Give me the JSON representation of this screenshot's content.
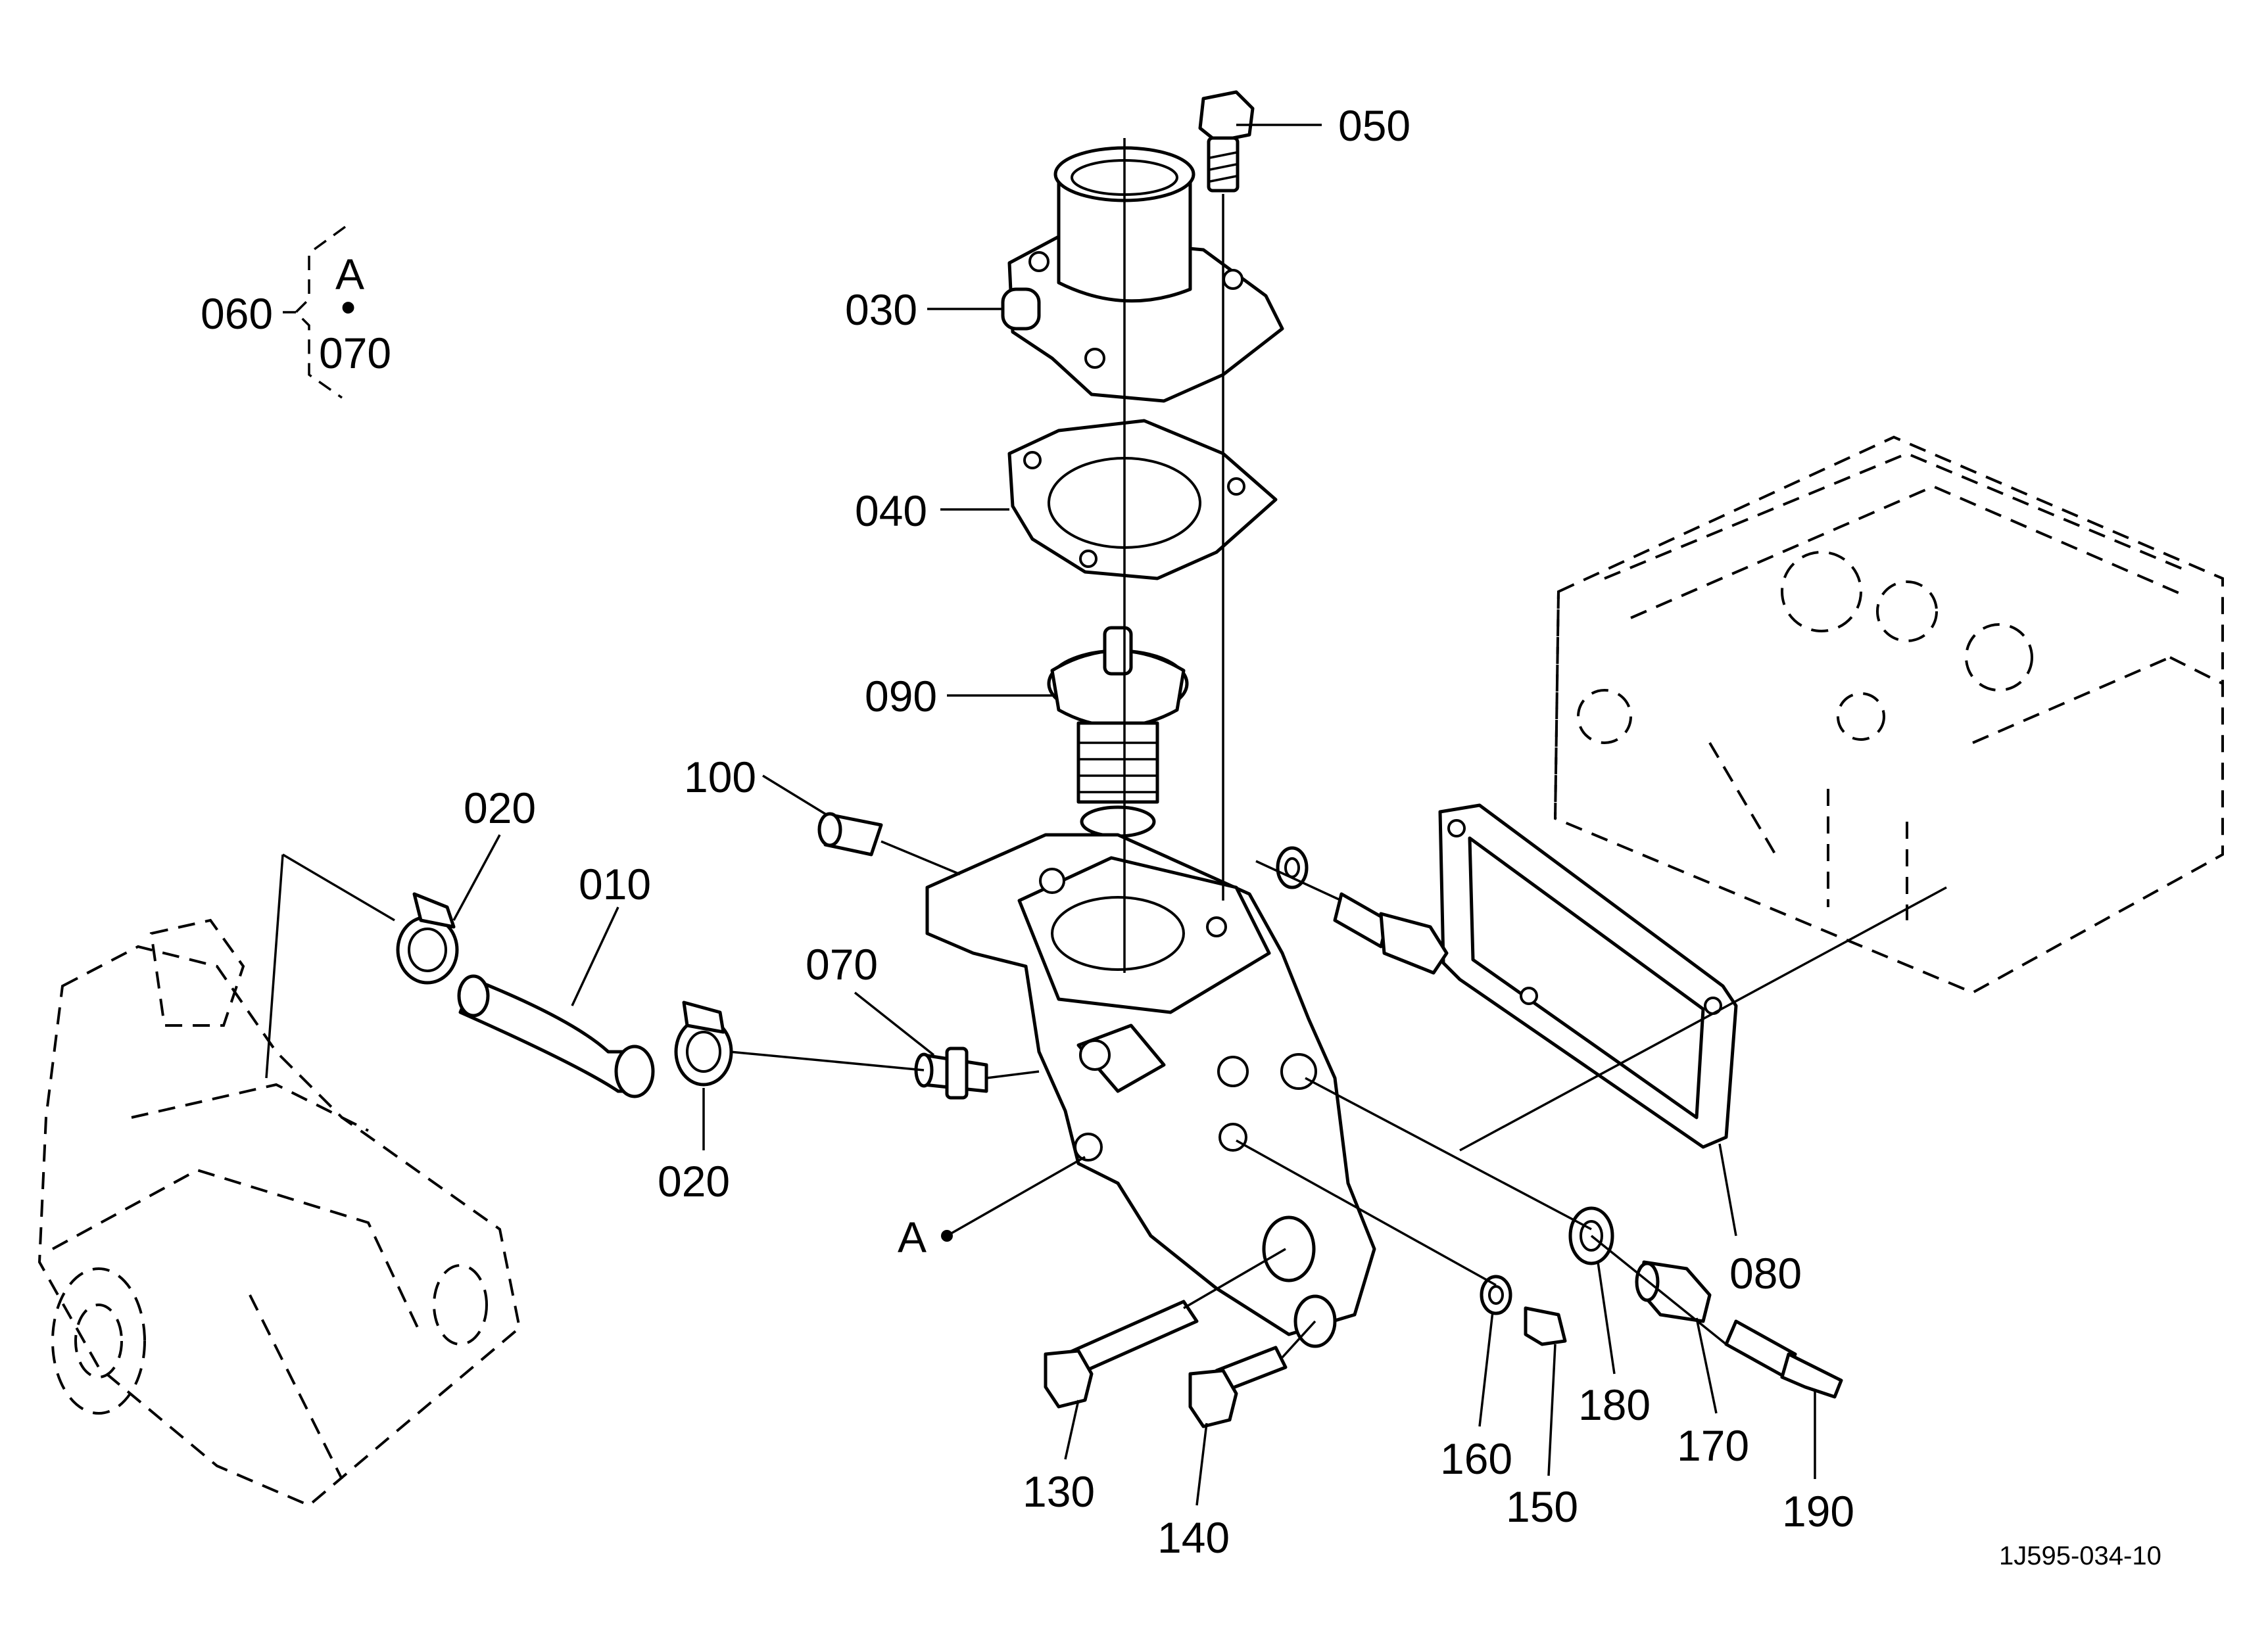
{
  "drawing_code": "1J595-034-10",
  "callouts": {
    "p010": "010",
    "p020a": "020",
    "p020b": "020",
    "p030": "030",
    "p040": "040",
    "p050": "050",
    "p060": "060",
    "p070": "070",
    "p080": "080",
    "p090": "090",
    "p100": "100",
    "p130": "130",
    "p140": "140",
    "p150": "150",
    "p160": "160",
    "p170": "170",
    "p180": "180",
    "p190": "190"
  },
  "group_bracket": {
    "ref": "A",
    "dot": "•",
    "member": "070"
  },
  "ref_point": "A"
}
